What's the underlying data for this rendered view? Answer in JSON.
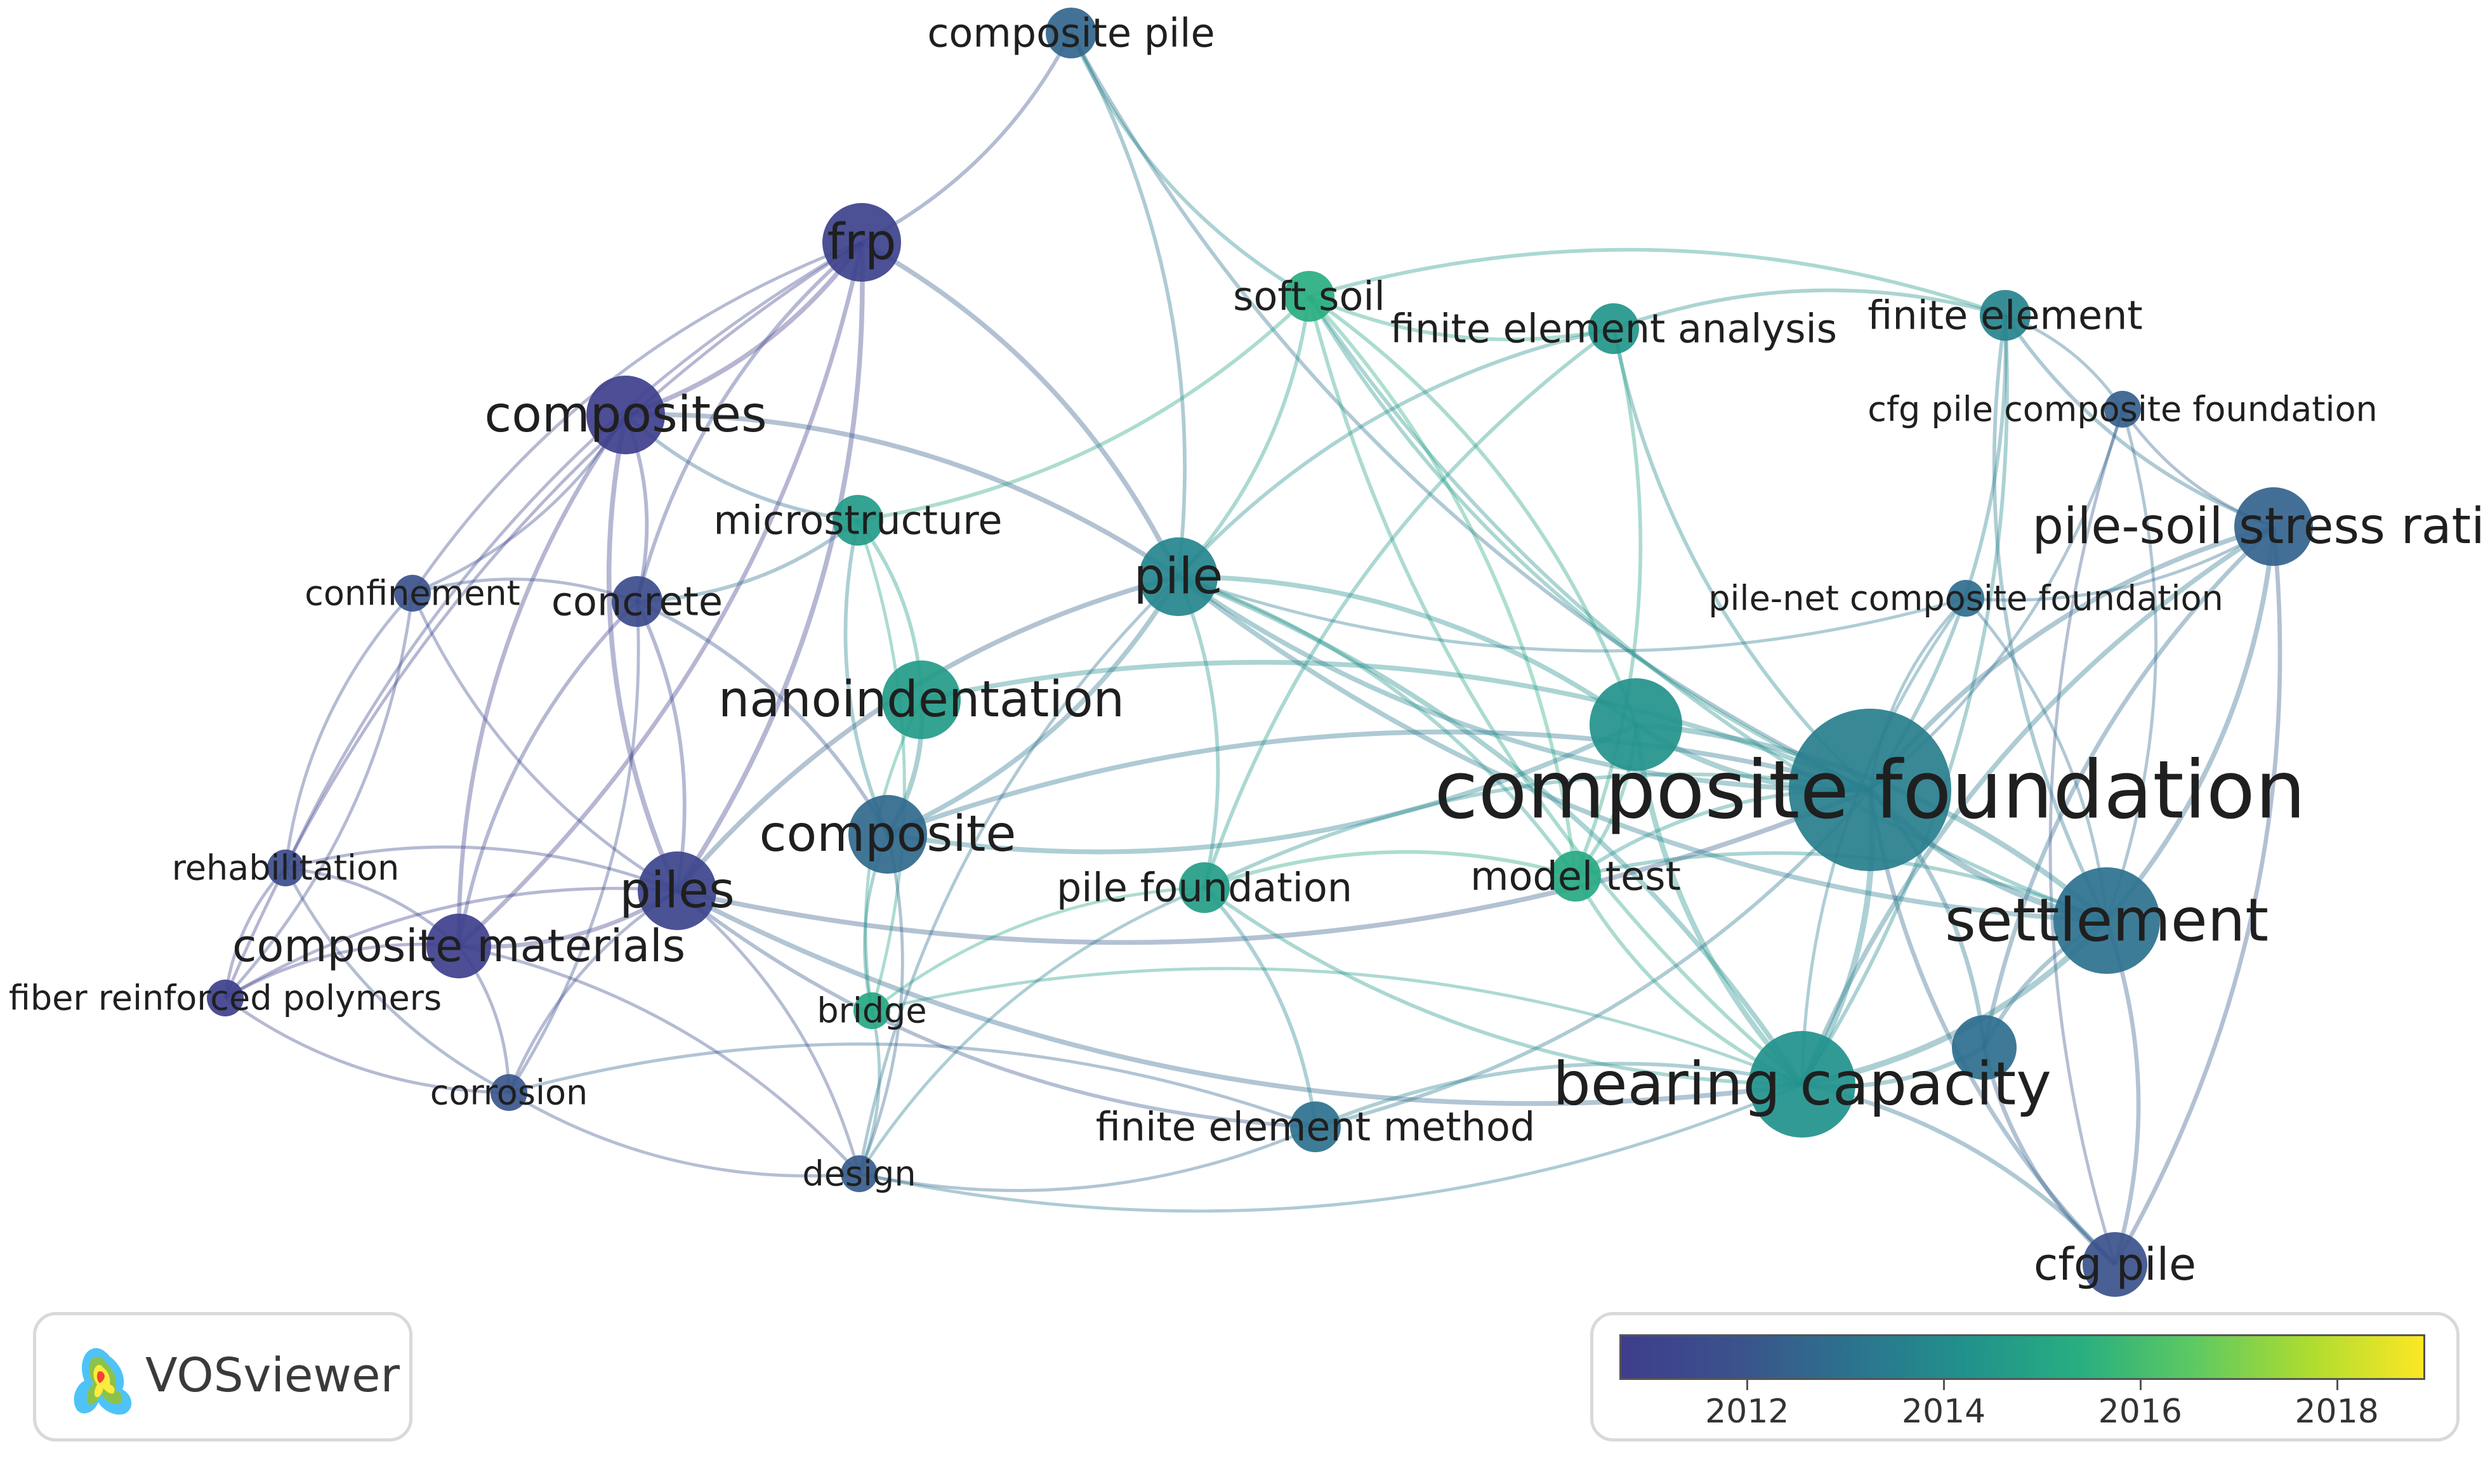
{
  "app": {
    "logo_text": "VOSviewer"
  },
  "legend": {
    "color_stops": [
      "#3e3d8c",
      "#3b528b",
      "#2c728e",
      "#21918c",
      "#28ae80",
      "#5ec962",
      "#addc30",
      "#fde725"
    ],
    "year_min": 2010.7,
    "year_max": 2018.9,
    "ticks": [
      {
        "year": 2012,
        "label": "2012"
      },
      {
        "year": 2014,
        "label": "2014"
      },
      {
        "year": 2016,
        "label": "2016"
      },
      {
        "year": 2018,
        "label": "2018"
      }
    ]
  },
  "nodes": [
    {
      "id": "composite_pile",
      "label": "composite pile",
      "weight": 2,
      "year": 2012.6
    },
    {
      "id": "frp",
      "label": "frp",
      "weight": 4,
      "year": 2010.9
    },
    {
      "id": "soft_soil",
      "label": "soft soil",
      "weight": 2,
      "year": 2015.4
    },
    {
      "id": "fea",
      "label": "finite element analysis",
      "weight": 2,
      "year": 2014.4
    },
    {
      "id": "finite_element",
      "label": "finite element",
      "weight": 2,
      "year": 2013.7
    },
    {
      "id": "cfg_pcf",
      "label": "cfg pile composite foundation",
      "weight": 1,
      "year": 2012.4
    },
    {
      "id": "composites",
      "label": "composites",
      "weight": 4,
      "year": 2010.8
    },
    {
      "id": "pssr",
      "label": "pile-soil stress ratio",
      "weight": 4,
      "year": 2012.5
    },
    {
      "id": "microstructure",
      "label": "microstructure",
      "weight": 2,
      "year": 2014.6
    },
    {
      "id": "confinement",
      "label": "confinement",
      "weight": 1,
      "year": 2011.9
    },
    {
      "id": "concrete",
      "label": "concrete",
      "weight": 2,
      "year": 2011.5
    },
    {
      "id": "pile",
      "label": "pile",
      "weight": 4,
      "year": 2013.8
    },
    {
      "id": "pncf",
      "label": "pile-net composite foundation",
      "weight": 1,
      "year": 2012.9
    },
    {
      "id": "nanoindentation",
      "label": "nanoindentation",
      "weight": 4,
      "year": 2014.6
    },
    {
      "id": "unlabeled_a",
      "label": "",
      "weight": 5,
      "year": 2014.3
    },
    {
      "id": "composite_foundation",
      "label": "composite foundation",
      "weight": 10,
      "year": 2013.5
    },
    {
      "id": "composite",
      "label": "composite",
      "weight": 4,
      "year": 2012.7
    },
    {
      "id": "rehabilitation",
      "label": "rehabilitation",
      "weight": 1,
      "year": 2011.6
    },
    {
      "id": "piles",
      "label": "piles",
      "weight": 4,
      "year": 2011.1
    },
    {
      "id": "pile_foundation",
      "label": "pile foundation",
      "weight": 2,
      "year": 2014.7
    },
    {
      "id": "model_test",
      "label": "model test",
      "weight": 2,
      "year": 2015.2
    },
    {
      "id": "settlement",
      "label": "settlement",
      "weight": 6,
      "year": 2013.0
    },
    {
      "id": "composite_materials",
      "label": "composite materials",
      "weight": 3,
      "year": 2010.8
    },
    {
      "id": "frp_polymers",
      "label": "fiber reinforced polymers",
      "weight": 1,
      "year": 2010.8
    },
    {
      "id": "bridge",
      "label": "bridge",
      "weight": 1,
      "year": 2015.1
    },
    {
      "id": "unlabeled_b",
      "label": "",
      "weight": 3,
      "year": 2012.9
    },
    {
      "id": "bearing_capacity",
      "label": "bearing capacity",
      "weight": 6,
      "year": 2014.2
    },
    {
      "id": "corrosion",
      "label": "corrosion",
      "weight": 1,
      "year": 2012.0
    },
    {
      "id": "fem",
      "label": "finite element method",
      "weight": 2,
      "year": 2013.0
    },
    {
      "id": "design",
      "label": "design",
      "weight": 1,
      "year": 2012.2
    },
    {
      "id": "cfg_pile",
      "label": "cfg pile",
      "weight": 3,
      "year": 2011.8
    }
  ],
  "links": [
    [
      "composite_pile",
      "frp"
    ],
    [
      "composite_pile",
      "soft_soil"
    ],
    [
      "composite_pile",
      "pile"
    ],
    [
      "composite_pile",
      "composite_foundation"
    ],
    [
      "frp",
      "composites"
    ],
    [
      "frp",
      "concrete"
    ],
    [
      "frp",
      "piles"
    ],
    [
      "frp",
      "confinement"
    ],
    [
      "frp",
      "composite_materials"
    ],
    [
      "frp",
      "rehabilitation"
    ],
    [
      "frp",
      "pile"
    ],
    [
      "frp",
      "frp_polymers"
    ],
    [
      "composites",
      "concrete"
    ],
    [
      "composites",
      "piles"
    ],
    [
      "composites",
      "confinement"
    ],
    [
      "composites",
      "composite_materials"
    ],
    [
      "composites",
      "pile"
    ],
    [
      "composites",
      "microstructure"
    ],
    [
      "confinement",
      "concrete"
    ],
    [
      "confinement",
      "rehabilitation"
    ],
    [
      "confinement",
      "frp_polymers"
    ],
    [
      "confinement",
      "piles"
    ],
    [
      "concrete",
      "piles"
    ],
    [
      "concrete",
      "composite_materials"
    ],
    [
      "concrete",
      "corrosion"
    ],
    [
      "concrete",
      "microstructure"
    ],
    [
      "concrete",
      "composite"
    ],
    [
      "rehabilitation",
      "frp_polymers"
    ],
    [
      "rehabilitation",
      "composite_materials"
    ],
    [
      "rehabilitation",
      "corrosion"
    ],
    [
      "rehabilitation",
      "piles"
    ],
    [
      "composite_materials",
      "frp_polymers"
    ],
    [
      "composite_materials",
      "corrosion"
    ],
    [
      "composite_materials",
      "piles"
    ],
    [
      "composite_materials",
      "design"
    ],
    [
      "frp_polymers",
      "corrosion"
    ],
    [
      "frp_polymers",
      "piles"
    ],
    [
      "piles",
      "corrosion"
    ],
    [
      "piles",
      "design"
    ],
    [
      "piles",
      "composite_foundation"
    ],
    [
      "piles",
      "pile"
    ],
    [
      "piles",
      "bearing_capacity"
    ],
    [
      "microstructure",
      "nanoindentation"
    ],
    [
      "microstructure",
      "composite"
    ],
    [
      "microstructure",
      "bridge"
    ],
    [
      "microstructure",
      "soft_soil"
    ],
    [
      "nanoindentation",
      "composite"
    ],
    [
      "nanoindentation",
      "bridge"
    ],
    [
      "nanoindentation",
      "composite_foundation"
    ],
    [
      "composite",
      "bridge"
    ],
    [
      "composite",
      "design"
    ],
    [
      "composite",
      "pile"
    ],
    [
      "composite",
      "composite_foundation"
    ],
    [
      "pile",
      "soft_soil"
    ],
    [
      "pile",
      "pile_foundation"
    ],
    [
      "pile",
      "composite_foundation"
    ],
    [
      "pile",
      "bearing_capacity"
    ],
    [
      "pile",
      "settlement"
    ],
    [
      "pile",
      "fea"
    ],
    [
      "pile",
      "design"
    ],
    [
      "pile",
      "model_test"
    ],
    [
      "soft_soil",
      "fea"
    ],
    [
      "soft_soil",
      "finite_element"
    ],
    [
      "soft_soil",
      "composite_foundation"
    ],
    [
      "soft_soil",
      "unlabeled_a"
    ],
    [
      "soft_soil",
      "bearing_capacity"
    ],
    [
      "soft_soil",
      "model_test"
    ],
    [
      "soft_soil",
      "settlement"
    ],
    [
      "fea",
      "finite_element"
    ],
    [
      "fea",
      "composite_foundation"
    ],
    [
      "fea",
      "model_test"
    ],
    [
      "fea",
      "pile_foundation"
    ],
    [
      "finite_element",
      "cfg_pcf"
    ],
    [
      "finite_element",
      "pssr"
    ],
    [
      "finite_element",
      "composite_foundation"
    ],
    [
      "finite_element",
      "settlement"
    ],
    [
      "finite_element",
      "bearing_capacity"
    ],
    [
      "cfg_pcf",
      "pssr"
    ],
    [
      "cfg_pcf",
      "composite_foundation"
    ],
    [
      "cfg_pcf",
      "cfg_pile"
    ],
    [
      "cfg_pcf",
      "settlement"
    ],
    [
      "pssr",
      "composite_foundation"
    ],
    [
      "pssr",
      "settlement"
    ],
    [
      "pssr",
      "bearing_capacity"
    ],
    [
      "pssr",
      "pncf"
    ],
    [
      "pssr",
      "unlabeled_b"
    ],
    [
      "pssr",
      "cfg_pile"
    ],
    [
      "pncf",
      "composite_foundation"
    ],
    [
      "pncf",
      "settlement"
    ],
    [
      "pncf",
      "bearing_capacity"
    ],
    [
      "pncf",
      "pile"
    ],
    [
      "unlabeled_a",
      "composite_foundation"
    ],
    [
      "unlabeled_a",
      "model_test"
    ],
    [
      "unlabeled_a",
      "bearing_capacity"
    ],
    [
      "unlabeled_a",
      "settlement"
    ],
    [
      "unlabeled_a",
      "pile"
    ],
    [
      "unlabeled_a",
      "composite"
    ],
    [
      "composite_foundation",
      "settlement"
    ],
    [
      "composite_foundation",
      "bearing_capacity"
    ],
    [
      "composite_foundation",
      "model_test"
    ],
    [
      "composite_foundation",
      "unlabeled_b"
    ],
    [
      "composite_foundation",
      "cfg_pile"
    ],
    [
      "composite_foundation",
      "fem"
    ],
    [
      "composite_foundation",
      "pile_foundation"
    ],
    [
      "settlement",
      "bearing_capacity"
    ],
    [
      "settlement",
      "unlabeled_b"
    ],
    [
      "settlement",
      "cfg_pile"
    ],
    [
      "settlement",
      "model_test"
    ],
    [
      "bearing_capacity",
      "model_test"
    ],
    [
      "bearing_capacity",
      "unlabeled_b"
    ],
    [
      "bearing_capacity",
      "cfg_pile"
    ],
    [
      "bearing_capacity",
      "fem"
    ],
    [
      "bearing_capacity",
      "pile_foundation"
    ],
    [
      "bearing_capacity",
      "bridge"
    ],
    [
      "bearing_capacity",
      "design"
    ],
    [
      "unlabeled_b",
      "cfg_pile"
    ],
    [
      "pile_foundation",
      "model_test"
    ],
    [
      "pile_foundation",
      "bridge"
    ],
    [
      "pile_foundation",
      "fem"
    ],
    [
      "pile_foundation",
      "design"
    ],
    [
      "fem",
      "design"
    ],
    [
      "fem",
      "corrosion"
    ],
    [
      "fem",
      "piles"
    ],
    [
      "design",
      "bridge"
    ],
    [
      "design",
      "corrosion"
    ]
  ]
}
